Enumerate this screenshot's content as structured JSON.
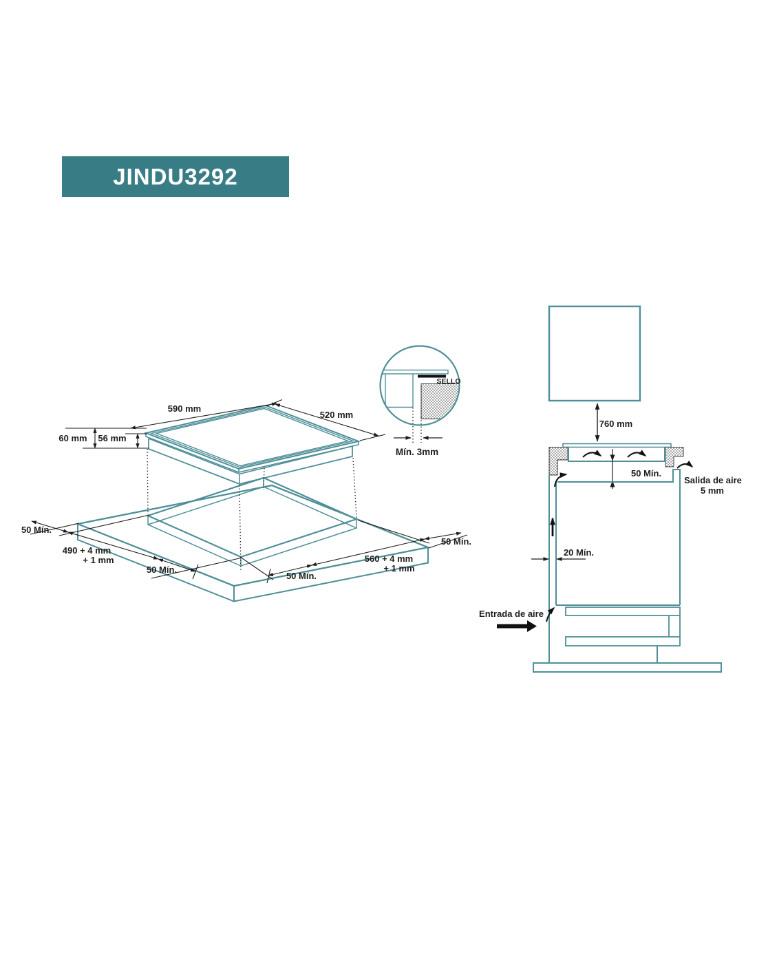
{
  "title": {
    "model": "JINDU3292"
  },
  "colors": {
    "line_teal": "#4e8f98",
    "banner_teal": "#387d86",
    "ink_black": "#1d1d1b"
  },
  "top_view": {
    "width": "590 mm",
    "depth": "520 mm",
    "height_total": "60 mm",
    "height_body": "56 mm",
    "margins": [
      "50 Mín.",
      "50 Mín.",
      "50 Mín.",
      "50 Mín."
    ],
    "cutout_width": "490 + 4 mm",
    "cutout_width_tolerance": "+  1 mm",
    "cutout_depth": "560  + 4 mm",
    "cutout_depth_tolerance": "+  1 mm"
  },
  "seal_detail": {
    "seal": "SELLO",
    "min_gap": "Mín. 3mm"
  },
  "side_view": {
    "hood_clearance": "760 mm",
    "bottom_clearance": "50 Mín.",
    "air_outlet": "Salida de aire",
    "air_outlet_gap": "5 mm",
    "wall_clearance": "20 Mín.",
    "air_inlet": "Entrada de aire"
  }
}
